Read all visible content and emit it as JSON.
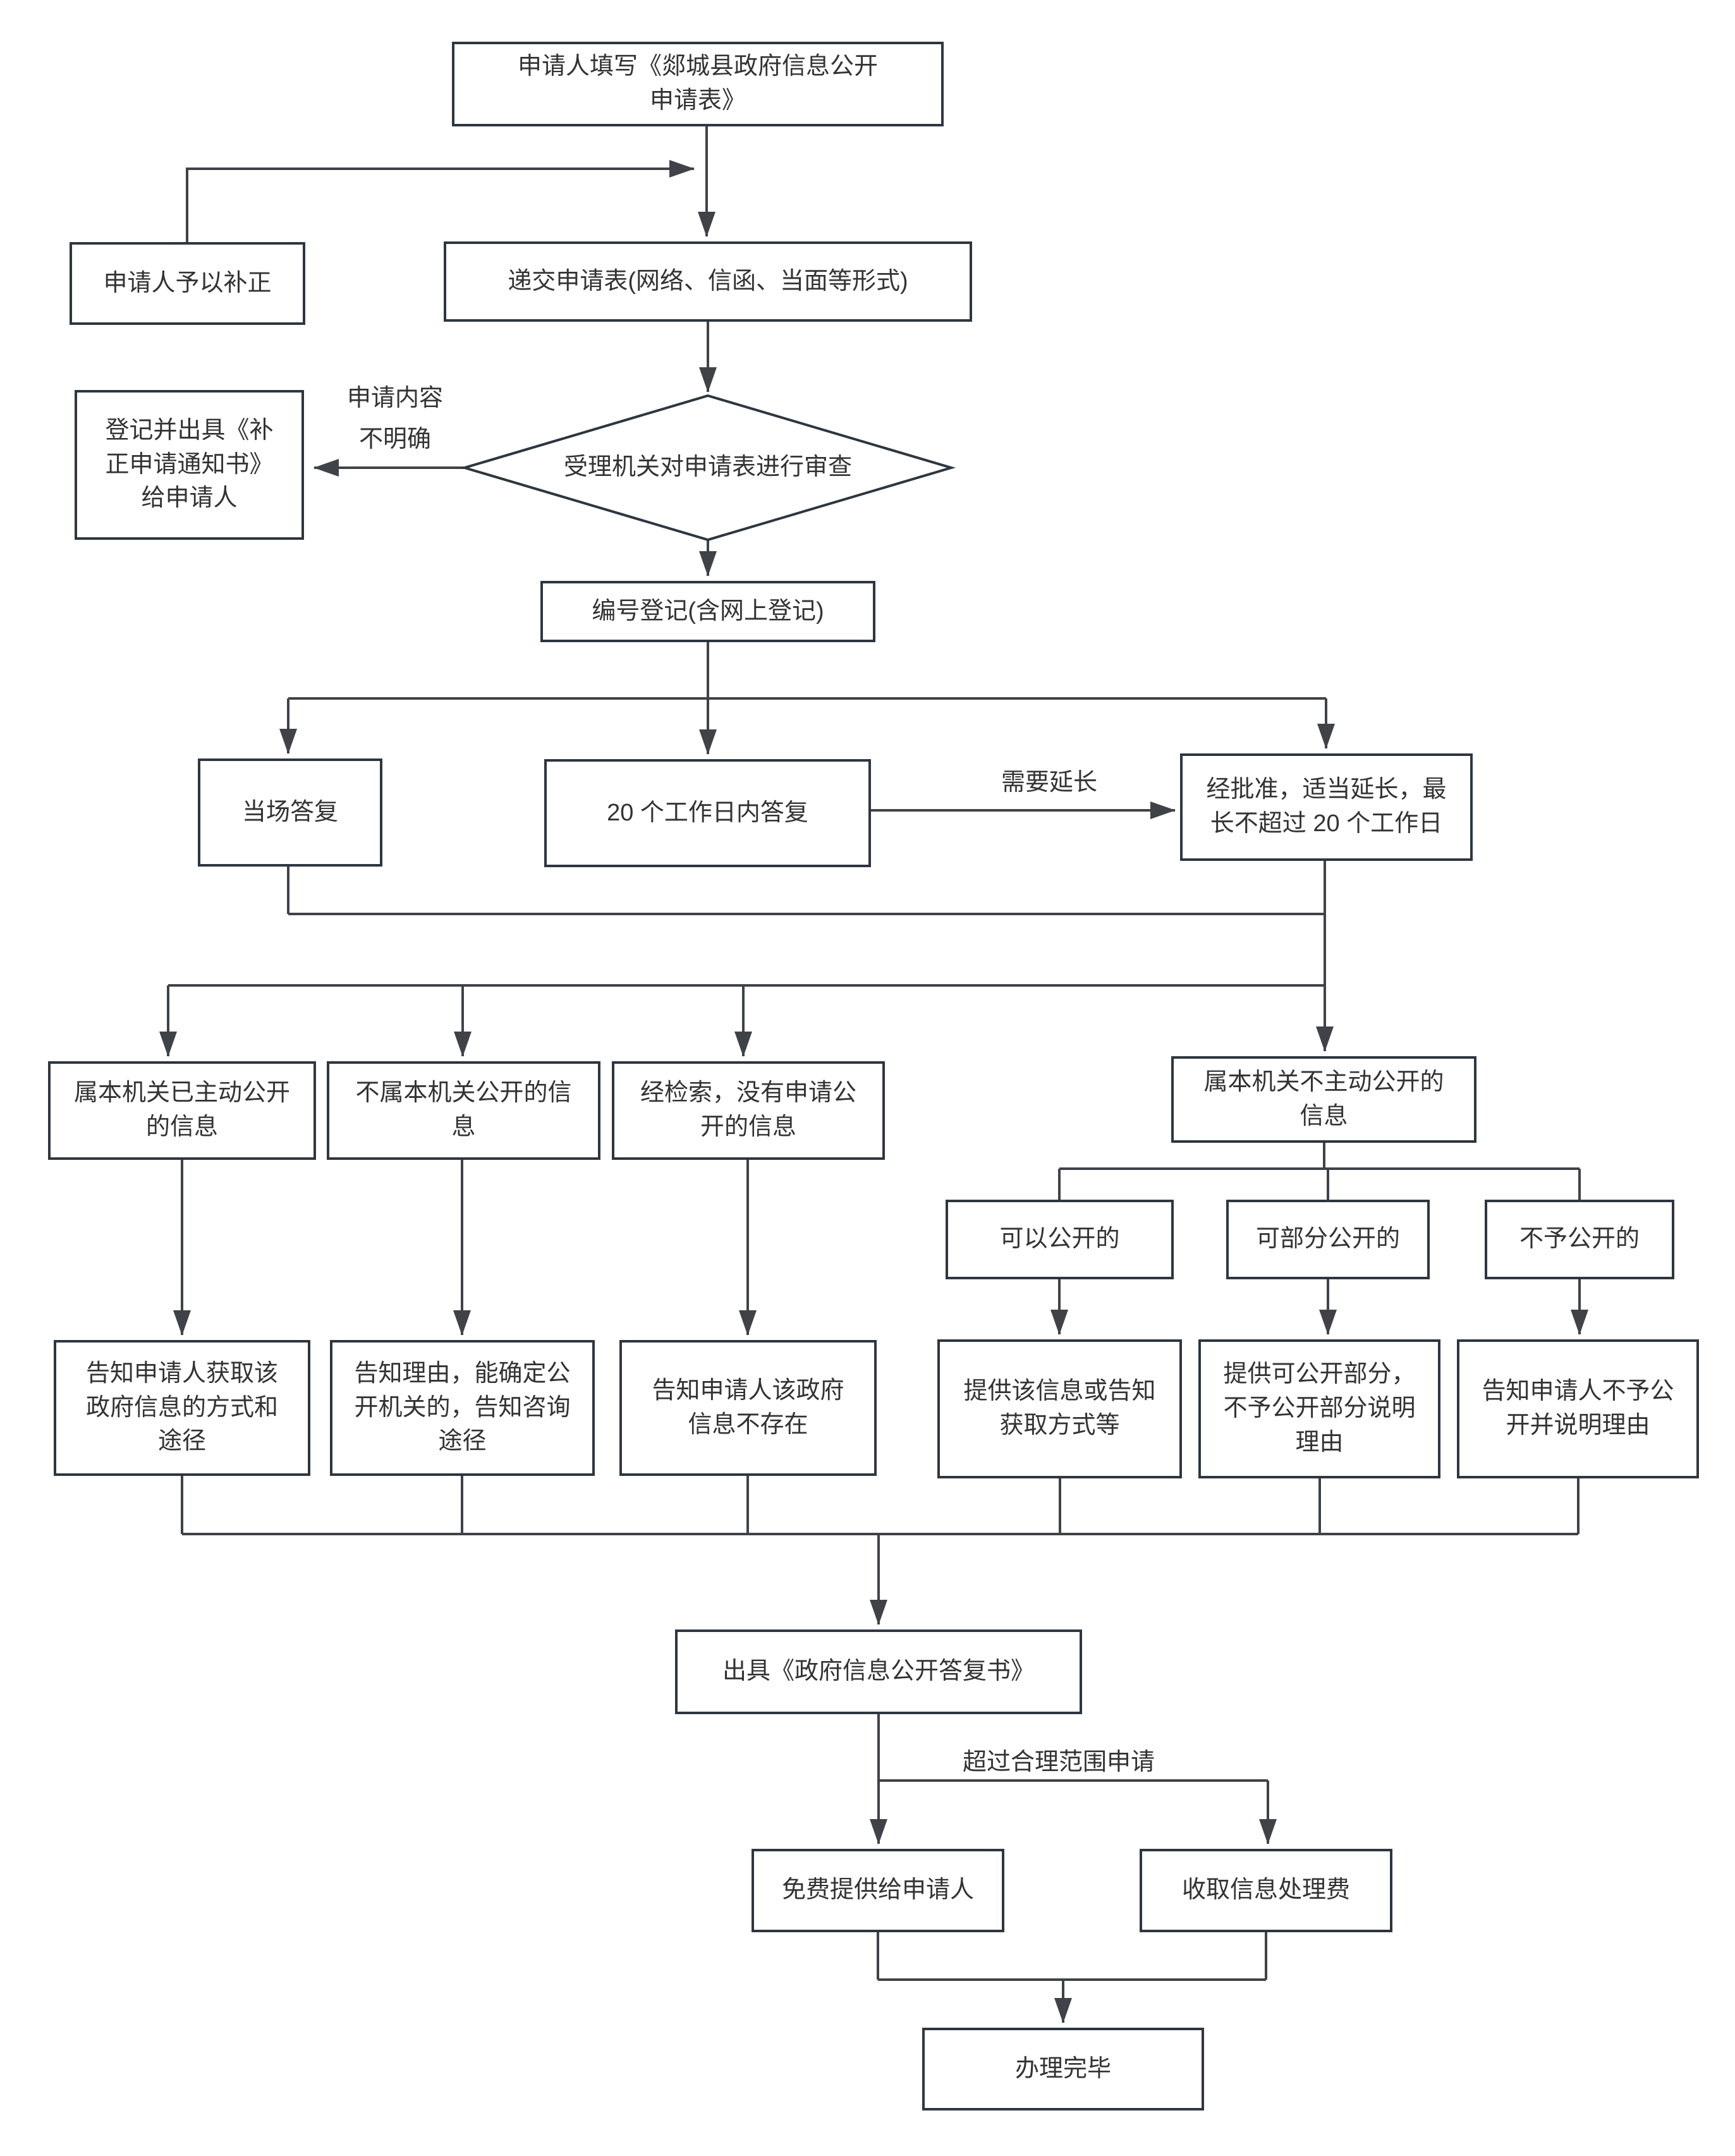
{
  "flowchart": {
    "colors": {
      "background": "#ffffff",
      "box_border": "#2e3640",
      "line": "#3f4348",
      "text": "#333333"
    },
    "nodes": {
      "fill_form": {
        "text": "申请人填写《郯城县政府信息公开\n申请表》"
      },
      "supplement": {
        "text": "申请人予以补正"
      },
      "submit": {
        "text": "递交申请表(网络、信函、当面等形式)"
      },
      "register_notice": {
        "text": "登记并出具《补\n正申请通知书》\n给申请人"
      },
      "review": {
        "text": "受理机关对申请表进行审查"
      },
      "number_register": {
        "text": "编号登记(含网上登记)"
      },
      "onsite_reply": {
        "text": "当场答复"
      },
      "reply_20days": {
        "text": "20 个工作日内答复"
      },
      "extend": {
        "text": "经批准，适当延长，最\n长不超过 20 个工作日"
      },
      "already_public": {
        "text": "属本机关已主动公开\n的信息"
      },
      "not_this_org": {
        "text": "不属本机关公开的信\n息"
      },
      "not_found": {
        "text": "经检索，没有申请公\n开的信息"
      },
      "not_proactive": {
        "text": "属本机关不主动公开的\n信息"
      },
      "can_public": {
        "text": "可以公开的"
      },
      "partial_public": {
        "text": "可部分公开的"
      },
      "no_public": {
        "text": "不予公开的"
      },
      "inform_way": {
        "text": "告知申请人获取该\n政府信息的方式和\n途径"
      },
      "inform_reason": {
        "text": "告知理由，能确定公\n开机关的，告知咨询\n途径"
      },
      "inform_nonexist": {
        "text": "告知申请人该政府\n信息不存在"
      },
      "provide_info": {
        "text": "提供该信息或告知\n获取方式等"
      },
      "provide_partial": {
        "text": "提供可公开部分，\n不予公开部分说明\n理由"
      },
      "inform_refusal": {
        "text": "告知申请人不予公\n开并说明理由"
      },
      "reply_doc": {
        "text": "出具《政府信息公开答复书》"
      },
      "free_provide": {
        "text": "免费提供给申请人"
      },
      "charge_fee": {
        "text": "收取信息处理费"
      },
      "done": {
        "text": "办理完毕"
      }
    },
    "labels": {
      "unclear": "申请内容\n不明确",
      "need_extend": "需要延长",
      "over_scope": "超过合理范围申请"
    }
  }
}
